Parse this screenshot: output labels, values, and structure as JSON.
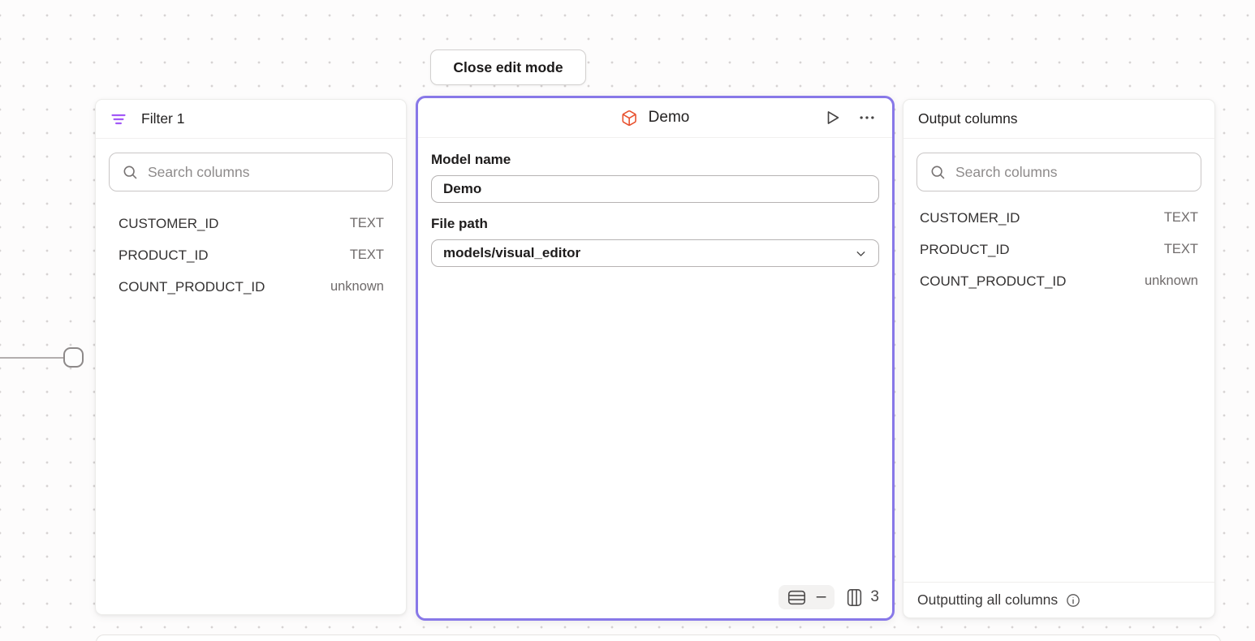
{
  "colors": {
    "selection_purple": "#8878e8",
    "filter_icon_purple": "#a259f7",
    "model_icon_orange": "#e8512e",
    "canvas_dot": "#d7d3d3"
  },
  "toolbar": {
    "close_button_label": "Close edit mode"
  },
  "filter_panel": {
    "title": "Filter 1",
    "icon": "filter-lines-icon",
    "search_placeholder": "Search columns",
    "columns": [
      {
        "name": "CUSTOMER_ID",
        "type": "TEXT"
      },
      {
        "name": "PRODUCT_ID",
        "type": "TEXT"
      },
      {
        "name": "COUNT_PRODUCT_ID",
        "type": "unknown"
      }
    ]
  },
  "model_panel": {
    "title": "Demo",
    "icon": "cube-icon",
    "header_action_icons": [
      "play-icon",
      "ellipsis-icon"
    ],
    "fields": {
      "model_name_label": "Model name",
      "model_name_value": "Demo",
      "file_path_label": "File path",
      "file_path_value": "models/visual_editor"
    },
    "footer": {
      "rows_icon": "layout-rows-icon",
      "rows_value": "–",
      "columns_icon": "layout-columns-icon",
      "columns_count": "3"
    }
  },
  "output_panel": {
    "title": "Output columns",
    "search_placeholder": "Search columns",
    "columns": [
      {
        "name": "CUSTOMER_ID",
        "type": "TEXT"
      },
      {
        "name": "PRODUCT_ID",
        "type": "TEXT"
      },
      {
        "name": "COUNT_PRODUCT_ID",
        "type": "unknown"
      }
    ],
    "footer_text": "Outputting all columns",
    "footer_icon": "info-icon"
  }
}
